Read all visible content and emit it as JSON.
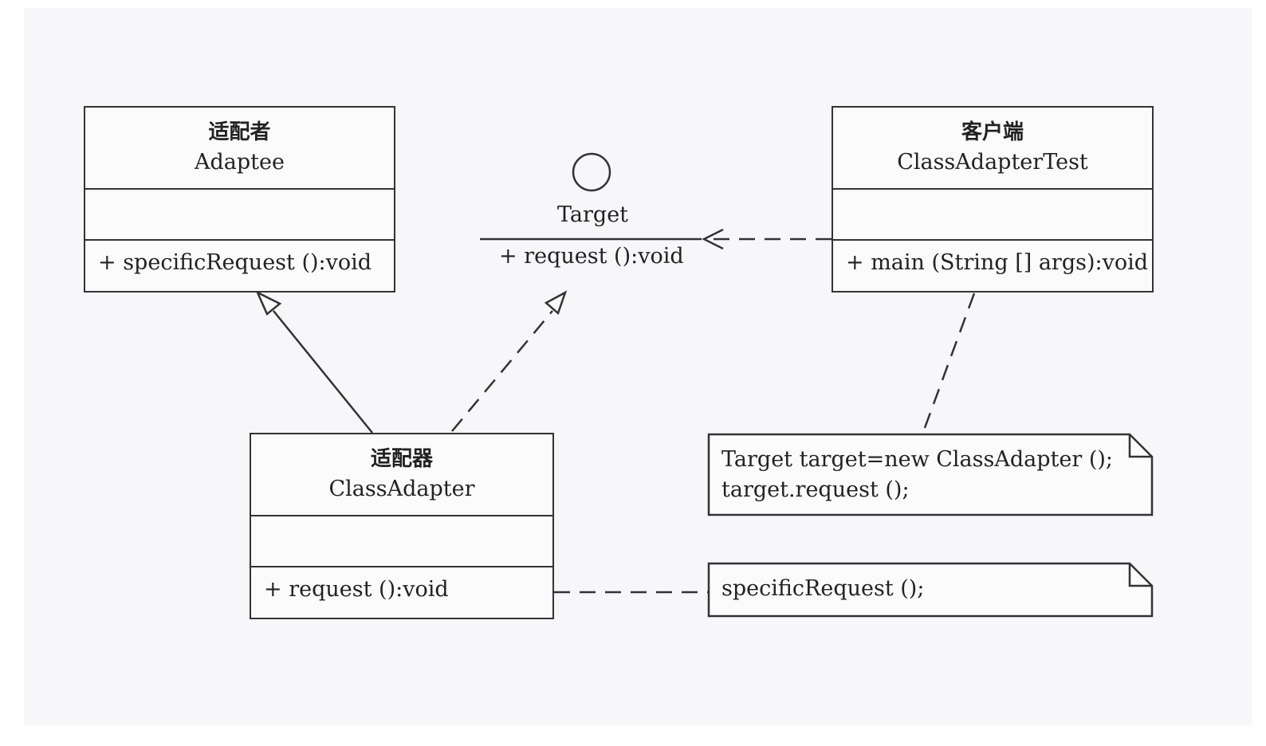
{
  "adaptee": {
    "name_cn": "适配者",
    "name": "Adaptee",
    "operation": "+ specificRequest ():void"
  },
  "target": {
    "name": "Target",
    "operation": "+ request ():void"
  },
  "client": {
    "name_cn": "客户端",
    "name": "ClassAdapterTest",
    "operation": "+ main (String [] args):void"
  },
  "adapter": {
    "name_cn": "适配器",
    "name": "ClassAdapter",
    "operation": "+ request ():void"
  },
  "notes": {
    "client_line1": "Target target=new ClassAdapter ();",
    "client_line2": "target.request ();",
    "adapter_line1": "specificRequest ();"
  }
}
